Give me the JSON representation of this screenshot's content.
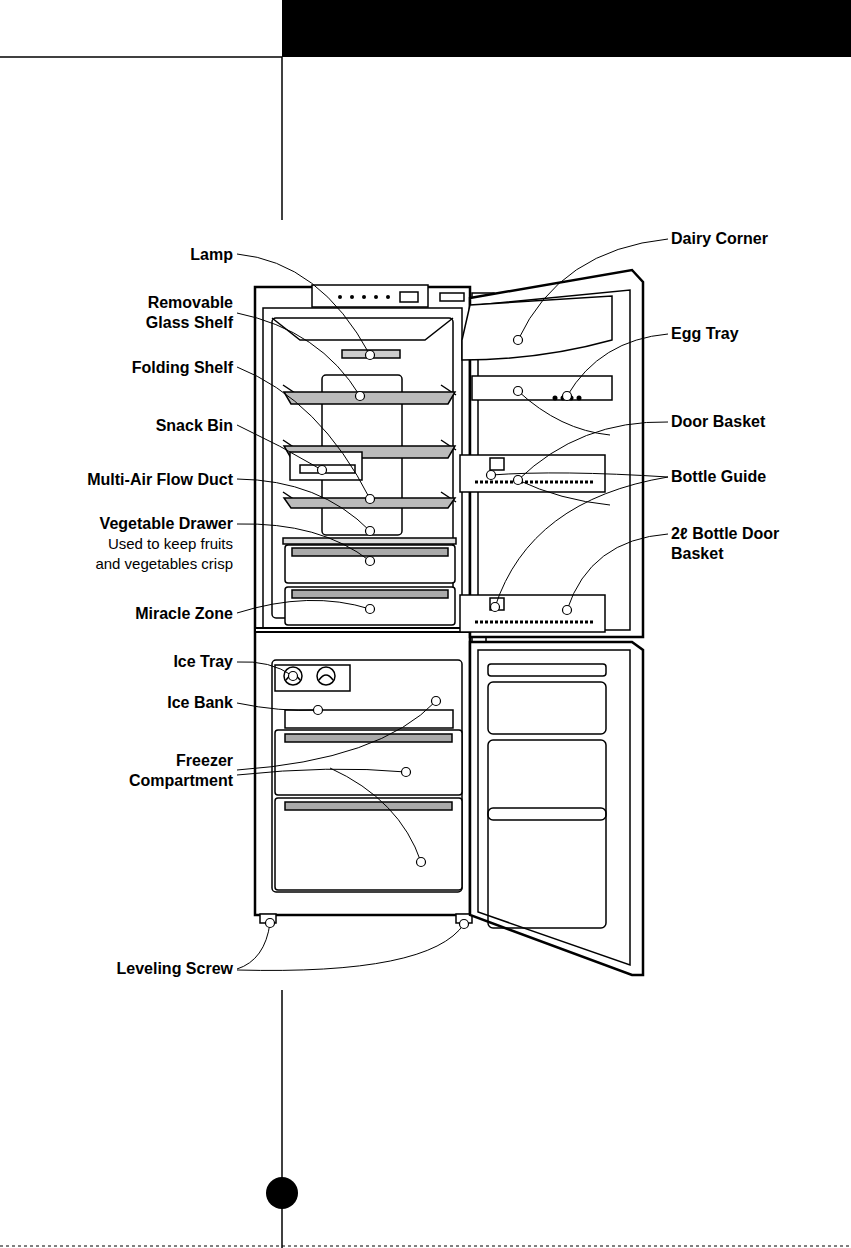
{
  "diagram": {
    "labels": [
      "Lamp",
      "Removable Glass Shelf",
      "Folding Shelf",
      "Snack Bin",
      "Multi-Air Flow Duct",
      "Vegetable Drawer",
      "Used to keep fruits and vegetables crisp",
      "Miracle Zone",
      "Ice Tray",
      "Ice Bank",
      "Freezer Compartment",
      "Leveling Screw",
      "Dairy Corner",
      "Egg Tray",
      "Door Basket",
      "Bottle Guide",
      "2ℓ Bottle Door Basket"
    ]
  }
}
